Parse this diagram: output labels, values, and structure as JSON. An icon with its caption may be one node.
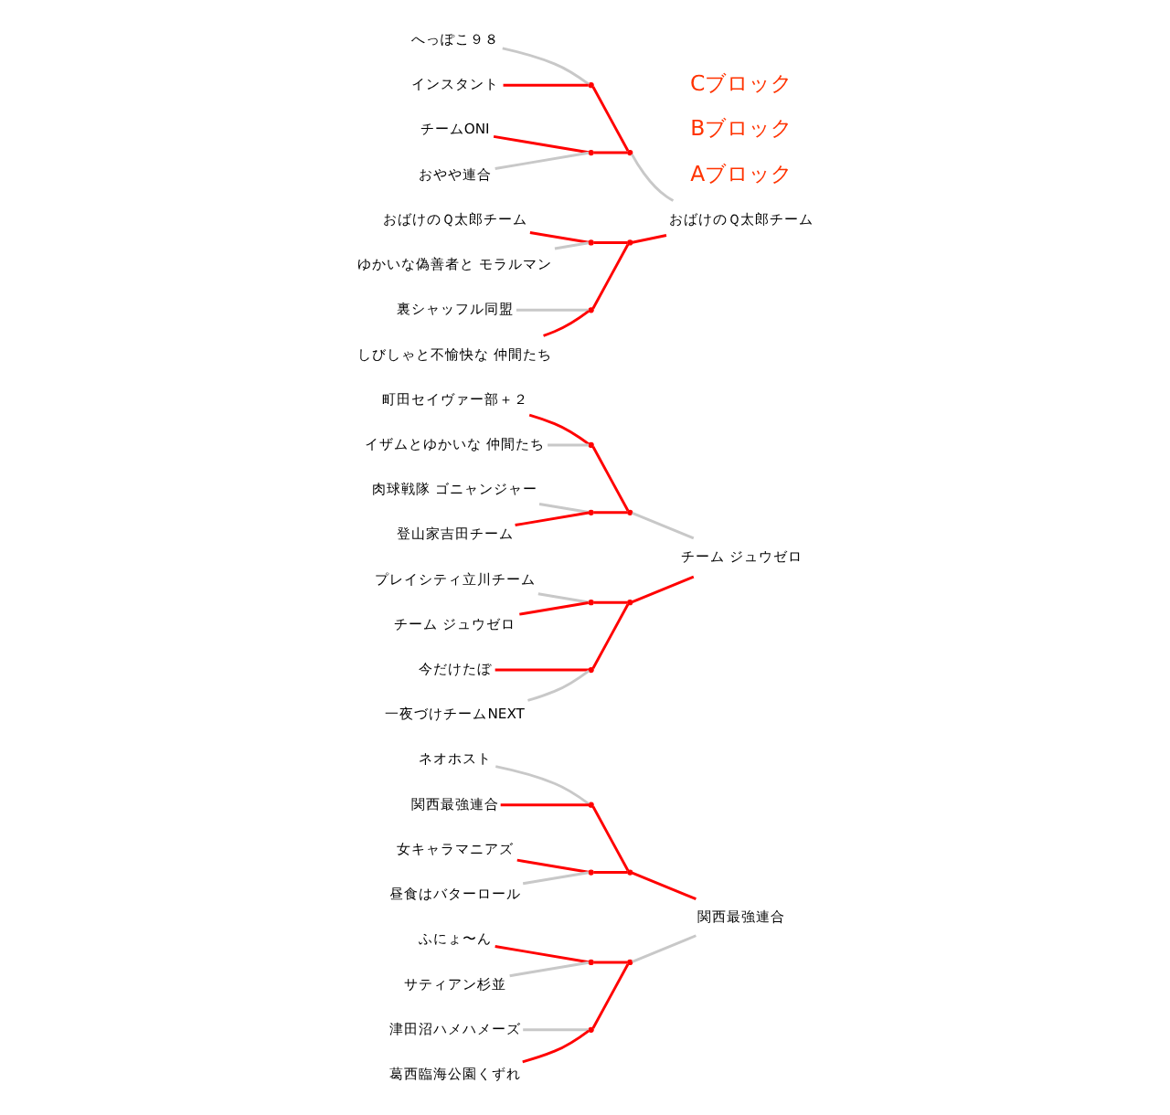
{
  "diagram": {
    "nodes": [
      {
        "text": [
          "関西最強連合"
        ]
      },
      {
        "text": [],
        "shape": "point"
      },
      {
        "text": [],
        "shape": "point"
      },
      {
        "text": [],
        "shape": "point"
      },
      {
        "text": [],
        "shape": "point"
      },
      {
        "text": [],
        "shape": "point"
      },
      {
        "text": [],
        "shape": "point"
      },
      {
        "text": [
          "ネオホスト"
        ]
      },
      {
        "text": [
          "関西最強連合"
        ]
      },
      {
        "text": [
          "女キャラマニアズ"
        ]
      },
      {
        "text": [
          "昼食はバターロール"
        ]
      },
      {
        "text": [
          "ふにょ〜ん"
        ]
      },
      {
        "text": [
          "サティアン杉並"
        ]
      },
      {
        "text": [
          "津田沼ハメハメーズ"
        ]
      },
      {
        "text": [
          "葛西臨海公園くずれ"
        ]
      },
      {
        "text": [
          "チーム ジュウゼロ"
        ]
      },
      {
        "text": [],
        "shape": "point"
      },
      {
        "text": [],
        "shape": "point"
      },
      {
        "text": [],
        "shape": "point"
      },
      {
        "text": [],
        "shape": "point"
      },
      {
        "text": [],
        "shape": "point"
      },
      {
        "text": [],
        "shape": "point"
      },
      {
        "text": [
          "町田セイヴァー部＋２"
        ]
      },
      {
        "text": [
          "イザムとゆかいな 仲間たち"
        ]
      },
      {
        "text": [
          "肉球戦隊 ゴニャンジャー"
        ]
      },
      {
        "text": [
          "登山家吉田チーム"
        ]
      },
      {
        "text": [
          "プレイシティ立川チーム"
        ]
      },
      {
        "text": [
          "チーム ジュウゼロ"
        ]
      },
      {
        "text": [
          "今だけたぼ"
        ]
      },
      {
        "text": [
          "一夜づけチームNEXT"
        ]
      },
      {
        "text": [
          "おばけのＱ太郎チーム"
        ]
      },
      {
        "text": [],
        "shape": "point"
      },
      {
        "text": [],
        "shape": "point"
      },
      {
        "text": [],
        "shape": "point"
      },
      {
        "text": [],
        "shape": "point"
      },
      {
        "text": [],
        "shape": "point"
      },
      {
        "text": [],
        "shape": "point"
      },
      {
        "text": [
          "へっぽこ９８"
        ]
      },
      {
        "text": [
          "インスタント"
        ]
      },
      {
        "text": [
          "チームONI"
        ]
      },
      {
        "text": [
          "おやや連合"
        ]
      },
      {
        "text": [
          "おばけのＱ太郎チーム"
        ]
      },
      {
        "text": [
          "ゆかいな偽善者と モラルマン"
        ]
      },
      {
        "text": [
          "裏シャッフル同盟"
        ]
      },
      {
        "text": [
          "しびしゃと不愉快な 仲間たち"
        ]
      }
    ],
    "edges": [
      {
        "from": 1,
        "to": 0,
        "arrow": "none"
      },
      {
        "from": 2,
        "to": 0,
        "arrow": "none",
        "color": "#c8c8c8"
      },
      {
        "from": 3,
        "to": 1,
        "arrow": "none"
      },
      {
        "from": 4,
        "to": 1,
        "arrow": "none"
      },
      {
        "from": 5,
        "to": 2,
        "arrow": "none"
      },
      {
        "from": 6,
        "to": 2,
        "arrow": "none"
      },
      {
        "from": 7,
        "to": 3,
        "arrow": "none",
        "color": "#c8c8c8"
      },
      {
        "from": 8,
        "to": 3,
        "arrow": "none"
      },
      {
        "from": 9,
        "to": 4,
        "arrow": "none"
      },
      {
        "from": 10,
        "to": 4,
        "arrow": "none",
        "color": "#c8c8c8"
      },
      {
        "from": 11,
        "to": 5,
        "arrow": "none"
      },
      {
        "from": 12,
        "to": 5,
        "arrow": "none",
        "color": "#c8c8c8"
      },
      {
        "from": 13,
        "to": 6,
        "arrow": "none",
        "color": "#c8c8c8"
      },
      {
        "from": 14,
        "to": 6,
        "arrow": "none"
      },
      {
        "from": 16,
        "to": 15,
        "arrow": "none",
        "color": "#c8c8c8"
      },
      {
        "from": 17,
        "to": 15,
        "arrow": "none"
      },
      {
        "from": 18,
        "to": 16,
        "arrow": "none"
      },
      {
        "from": 19,
        "to": 16,
        "arrow": "none"
      },
      {
        "from": 20,
        "to": 17,
        "arrow": "none"
      },
      {
        "from": 21,
        "to": 17,
        "arrow": "none"
      },
      {
        "from": 22,
        "to": 18,
        "arrow": "none"
      },
      {
        "from": 23,
        "to": 18,
        "arrow": "none",
        "color": "#c8c8c8"
      },
      {
        "from": 24,
        "to": 19,
        "arrow": "none",
        "color": "#c8c8c8"
      },
      {
        "from": 25,
        "to": 19,
        "arrow": "none"
      },
      {
        "from": 26,
        "to": 20,
        "arrow": "none",
        "color": "#c8c8c8"
      },
      {
        "from": 27,
        "to": 20,
        "arrow": "none"
      },
      {
        "from": 28,
        "to": 21,
        "arrow": "none"
      },
      {
        "from": 29,
        "to": 21,
        "arrow": "none",
        "color": "#c8c8c8"
      },
      {
        "from": 31,
        "to": 30,
        "arrow": "none",
        "color": "#c8c8c8"
      },
      {
        "from": 32,
        "to": 30,
        "arrow": "none"
      },
      {
        "from": 33,
        "to": 31,
        "arrow": "none"
      },
      {
        "from": 34,
        "to": 31,
        "arrow": "none"
      },
      {
        "from": 35,
        "to": 32,
        "arrow": "none"
      },
      {
        "from": 36,
        "to": 32,
        "arrow": "none"
      },
      {
        "from": 37,
        "to": 33,
        "arrow": "none",
        "color": "#c8c8c8"
      },
      {
        "from": 38,
        "to": 33,
        "arrow": "none"
      },
      {
        "from": 39,
        "to": 34,
        "arrow": "none"
      },
      {
        "from": 40,
        "to": 34,
        "arrow": "none",
        "color": "#c8c8c8"
      },
      {
        "from": 41,
        "to": 35,
        "arrow": "none"
      },
      {
        "from": 42,
        "to": 35,
        "arrow": "none",
        "color": "#c8c8c8"
      },
      {
        "from": 43,
        "to": 36,
        "arrow": "none",
        "color": "#c8c8c8"
      },
      {
        "from": 44,
        "to": 36,
        "arrow": "none"
      }
    ],
    "labels": [
      "Aブロック",
      "Bブロック",
      "Cブロック"
    ]
  }
}
